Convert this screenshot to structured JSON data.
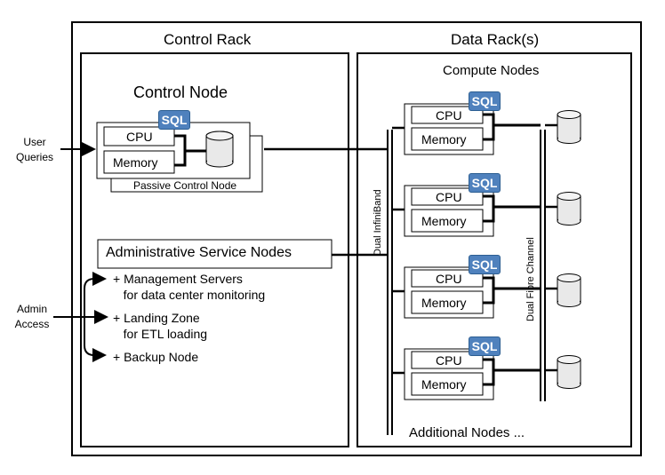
{
  "racks": {
    "control_title": "Control Rack",
    "data_title": "Data Rack(s)"
  },
  "control_node": {
    "title": "Control Node",
    "sql": "SQL",
    "cpu": "CPU",
    "memory": "Memory",
    "passive_label": "Passive Control Node"
  },
  "external": {
    "user_queries": "User Queries",
    "admin_access": "Admin Access"
  },
  "admin": {
    "box_label": "Administrative Service Nodes",
    "items": [
      "+ Management Servers\n   for data center monitoring",
      "+ Landing Zone\n   for ETL loading",
      "+ Backup Node"
    ]
  },
  "compute": {
    "title": "Compute Nodes",
    "nodes": [
      {
        "sql": "SQL",
        "cpu": "CPU",
        "memory": "Memory"
      },
      {
        "sql": "SQL",
        "cpu": "CPU",
        "memory": "Memory"
      },
      {
        "sql": "SQL",
        "cpu": "CPU",
        "memory": "Memory"
      },
      {
        "sql": "SQL",
        "cpu": "CPU",
        "memory": "Memory"
      }
    ],
    "additional": "Additional Nodes ..."
  },
  "buses": {
    "infiniband": "Dual InfiniBand",
    "fibre": "Dual Fibre Channel"
  }
}
